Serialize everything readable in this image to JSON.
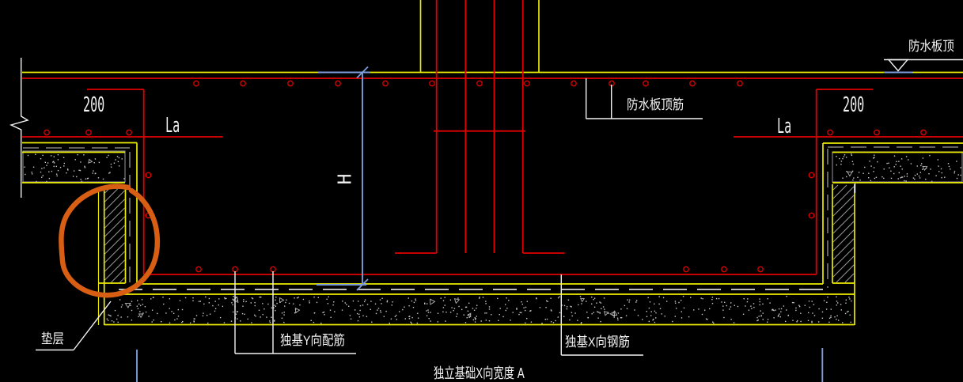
{
  "drawing": {
    "dim_200_left": "200",
    "dim_200_right": "200",
    "dim_la_left": "La",
    "dim_la_right": "La",
    "dim_h": "H",
    "label_waterproof_slab_top": "防水板顶",
    "label_waterproof_slab_top_rebar": "防水板顶筋",
    "label_cushion": "垫层",
    "label_footing_y_rebar": "独基Y向配筋",
    "label_footing_x_rebar": "独基X向钢筋",
    "title": "独立基础X向宽度 A"
  },
  "colors": {
    "bg": "#000000",
    "yellow": "#ecec00",
    "red": "#e00000",
    "white": "#f2f2f2",
    "gray": "#9a9a9a",
    "brightdash": "#d8d8d8",
    "stipple": "#c9c9c9",
    "blue": "#7b9cd8",
    "orange": "#d85e14"
  }
}
